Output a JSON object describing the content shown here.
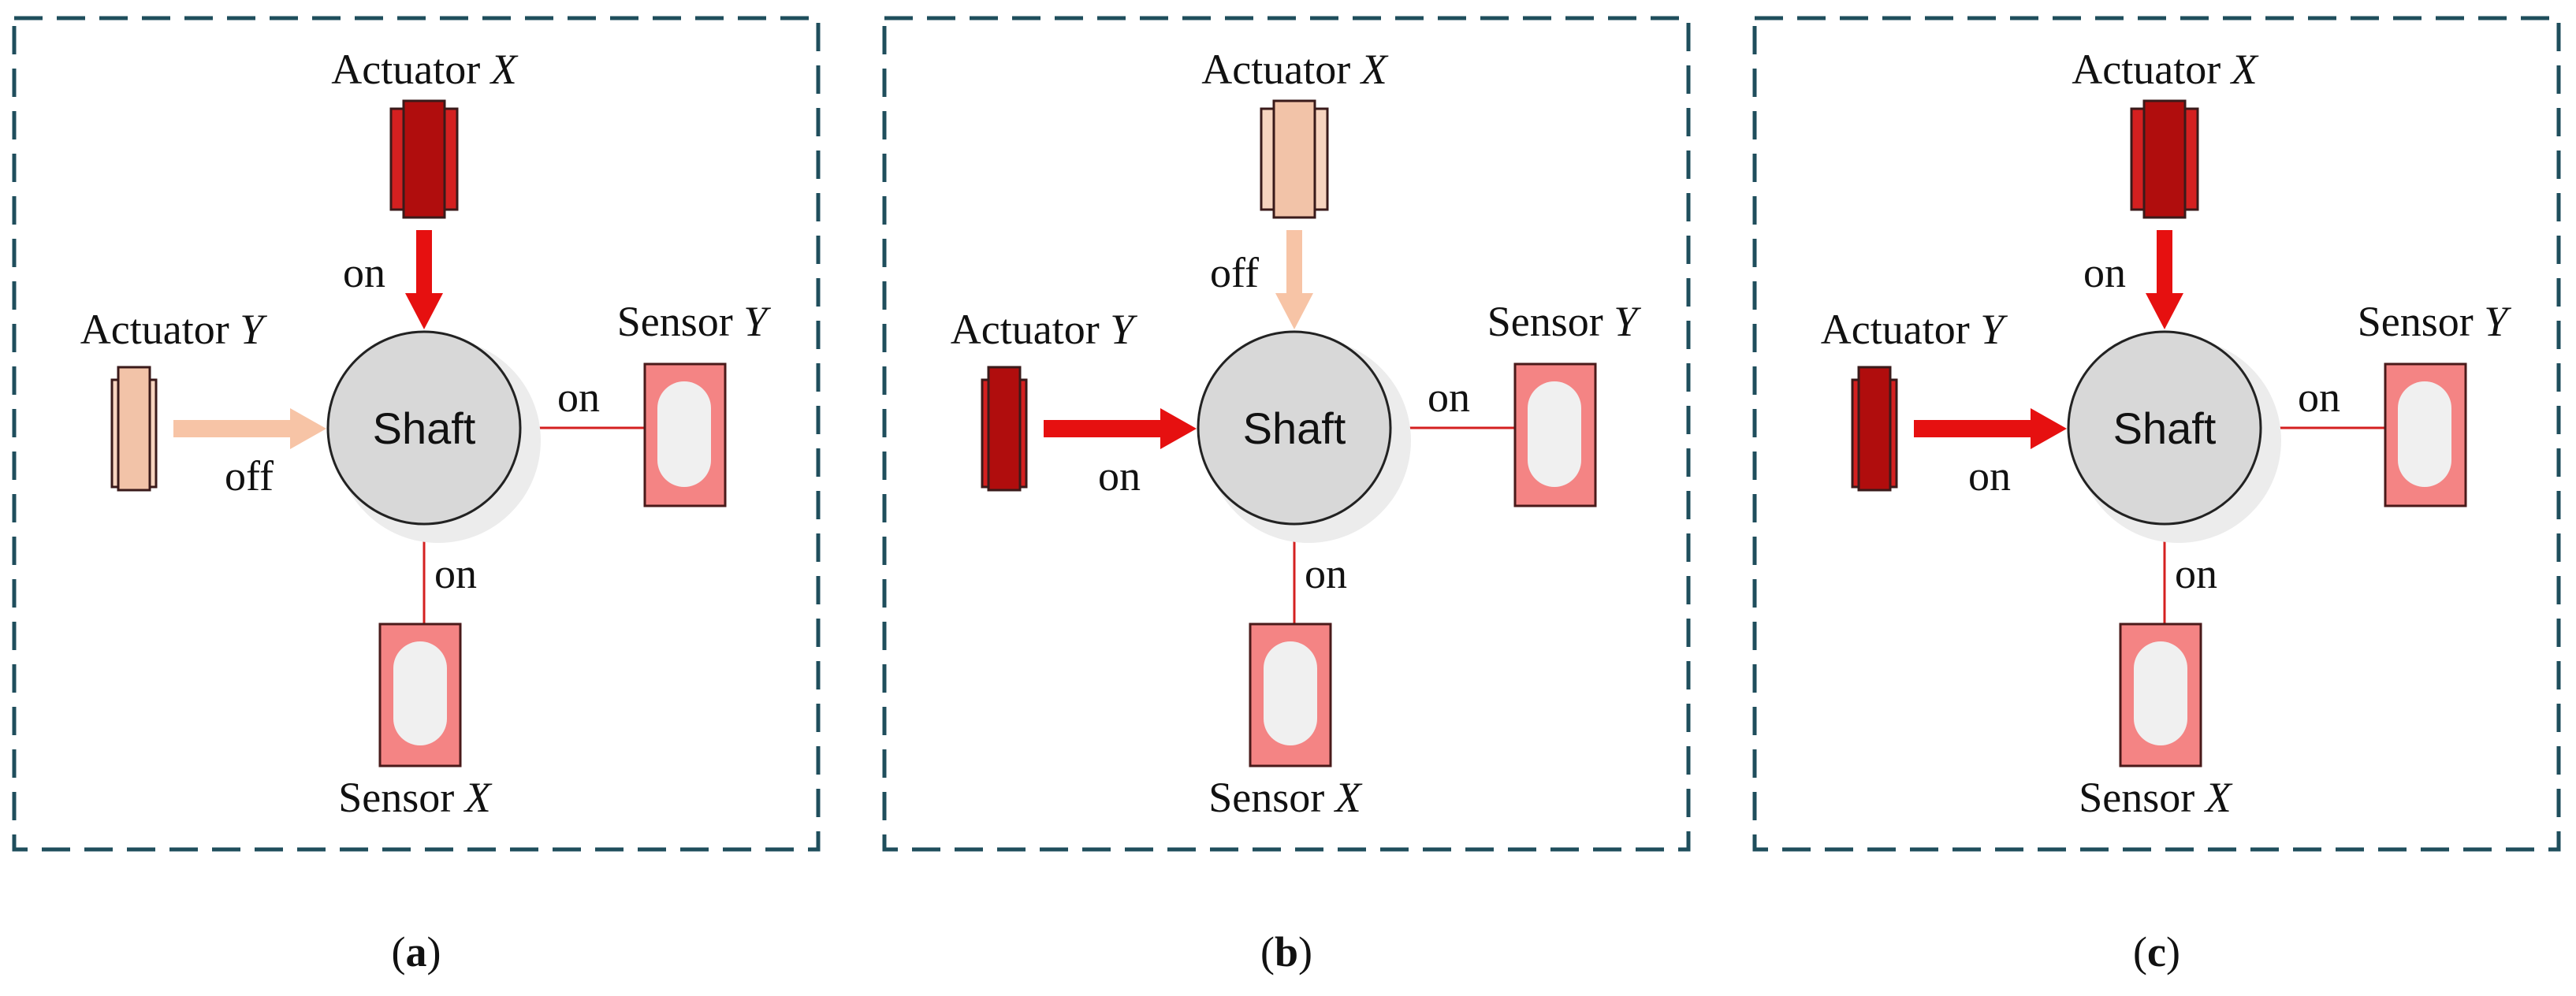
{
  "colors": {
    "frame": "#1f4e5c",
    "actuator_on_body": "#b00d0d",
    "actuator_on_plate": "#d42020",
    "actuator_off_body": "#f2c3a8",
    "actuator_off_plate": "#f7d4bf",
    "arrow_on": "#e61010",
    "arrow_off": "#f7c4a6",
    "sensor_body": "#f48484",
    "sensor_window": "#f0f0f0",
    "link_line": "#d42020",
    "shaft_fill": "#d8d8d8",
    "shaft_shadow": "#ececec"
  },
  "panels": [
    {
      "caption": "a",
      "actuator_x": {
        "label_text": "Actuator ",
        "label_var": "X",
        "state": "on"
      },
      "actuator_y": {
        "label_text": "Actuator ",
        "label_var": "Y",
        "state": "off"
      },
      "shaft": {
        "label": "Shaft"
      },
      "sensor_y": {
        "label_text": "Sensor ",
        "label_var": "Y",
        "state": "on"
      },
      "sensor_x": {
        "label_text": "Sensor ",
        "label_var": "X",
        "state": "on"
      }
    },
    {
      "caption": "b",
      "actuator_x": {
        "label_text": "Actuator ",
        "label_var": "X",
        "state": "off"
      },
      "actuator_y": {
        "label_text": "Actuator ",
        "label_var": "Y",
        "state": "on"
      },
      "shaft": {
        "label": "Shaft"
      },
      "sensor_y": {
        "label_text": "Sensor ",
        "label_var": "Y",
        "state": "on"
      },
      "sensor_x": {
        "label_text": "Sensor ",
        "label_var": "X",
        "state": "on"
      }
    },
    {
      "caption": "c",
      "actuator_x": {
        "label_text": "Actuator ",
        "label_var": "X",
        "state": "on"
      },
      "actuator_y": {
        "label_text": "Actuator ",
        "label_var": "Y",
        "state": "on"
      },
      "shaft": {
        "label": "Shaft"
      },
      "sensor_y": {
        "label_text": "Sensor ",
        "label_var": "Y",
        "state": "on"
      },
      "sensor_x": {
        "label_text": "Sensor ",
        "label_var": "X",
        "state": "on"
      }
    }
  ]
}
